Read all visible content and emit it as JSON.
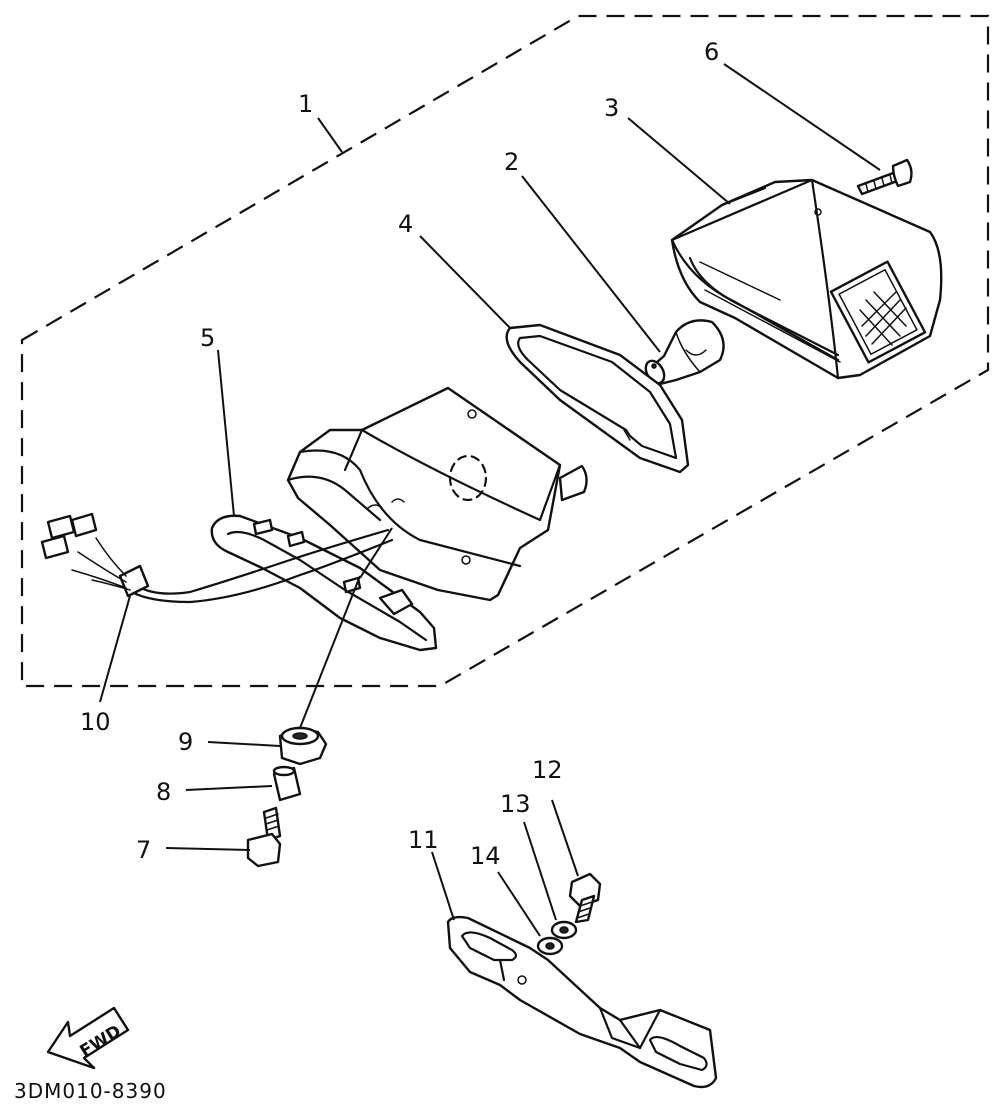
{
  "labels": {
    "p1": "1",
    "p2": "2",
    "p3": "3",
    "p4": "4",
    "p5": "5",
    "p6": "6",
    "p7": "7",
    "p8": "8",
    "p9": "9",
    "p10": "10",
    "p11": "11",
    "p12": "12",
    "p13": "13",
    "p14": "14"
  },
  "fwd_label": "FWD",
  "diagram_code": "3DM010-8390"
}
